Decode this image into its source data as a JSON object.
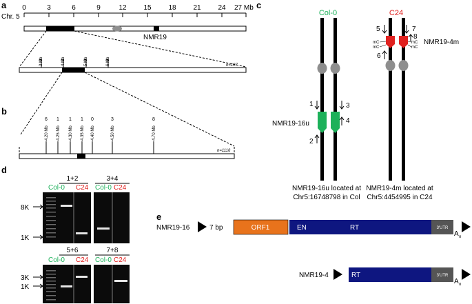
{
  "panels": {
    "a": "a",
    "b": "b",
    "c": "c",
    "d": "d",
    "e": "e"
  },
  "panel_a": {
    "chr_label": "Chr. 5",
    "scale_ticks": [
      "0",
      "3",
      "6",
      "9",
      "12",
      "15",
      "18",
      "21",
      "24",
      "27 Mb"
    ],
    "locus_label": "NMR19",
    "zoom_ticks": [
      {
        "count": "0",
        "pos": "3 Mb"
      },
      {
        "count": "3",
        "pos": "4 Mb"
      },
      {
        "count": "0",
        "pos": "5 Mb"
      },
      {
        "count": "9",
        "pos": "6 Mb"
      }
    ],
    "n_label": "n=107"
  },
  "panel_b": {
    "ticks": [
      {
        "count": "6",
        "pos": "4.20 Mb"
      },
      {
        "count": "1",
        "pos": "4.25 Mb"
      },
      {
        "count": "1",
        "pos": "4.30 Mb"
      },
      {
        "count": "1",
        "pos": "4.35 Mb"
      },
      {
        "count": "0",
        "pos": "4.40 Mb"
      },
      {
        "count": "3",
        "pos": "4.50 Mb"
      },
      {
        "count": "8",
        "pos": "4.70 Mb"
      }
    ],
    "n_label": "n=1116"
  },
  "panel_c": {
    "col_label": "Col-0",
    "c24_label": "C24",
    "insert_16u": "NMR19-16u",
    "insert_4m": "NMR19-4m",
    "primers_col": [
      "1",
      "2",
      "3",
      "4"
    ],
    "primers_c24": [
      "5",
      "6",
      "7",
      "8"
    ],
    "methyl": "mC",
    "caption_col_1": "NMR19-16u located at",
    "caption_col_2": "Chr5:16748798 in Col",
    "caption_c24_1": "NMR19-4m located at",
    "caption_c24_2": "Chr5:4454995 in C24",
    "colors": {
      "col": "#1db15a",
      "c24": "#e0211f"
    }
  },
  "panel_d": {
    "lanes_top": [
      "1+2",
      "3+4"
    ],
    "lanes_bottom": [
      "5+6",
      "7+8"
    ],
    "col": "Col-0",
    "c24": "C24",
    "markers_top": [
      "8K",
      "1K"
    ],
    "markers_bottom": [
      "3K",
      "1K"
    ]
  },
  "panel_e": {
    "elem1": "NMR19-16",
    "bp": "7 bp",
    "orf1": "ORF1",
    "en": "EN",
    "rt": "RT",
    "utr": "3'UTR",
    "tail": "A",
    "tail_sub": "n",
    "elem2": "NMR19-4",
    "colors": {
      "orf1": "#e8731c",
      "body": "#0e1680",
      "utr": "#555555"
    }
  }
}
